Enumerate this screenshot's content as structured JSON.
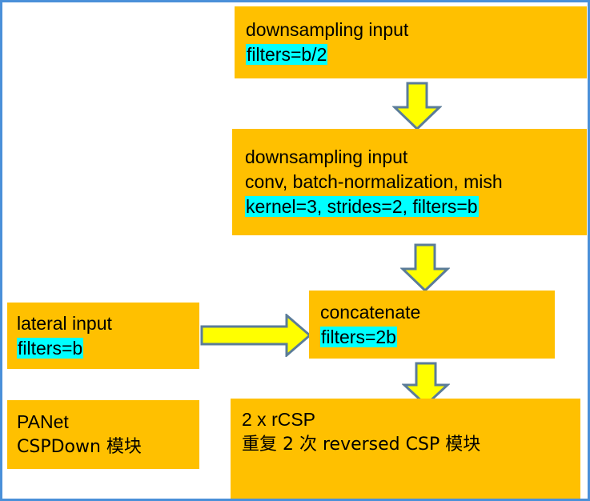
{
  "diagram": {
    "title": "PANet CSPDown module diagram",
    "colors": {
      "box_fill": "#FFC000",
      "highlight": "#00FFFF",
      "arrow_fill": "#FFFF00",
      "arrow_stroke": "#5B7C99",
      "page_border": "#4A90D9",
      "text": "#000000",
      "background": "#FFFFFF"
    },
    "boxes": {
      "downsampling_input": {
        "line1": "downsampling input",
        "line2_highlight": "filters=b/2"
      },
      "downsampling_conv": {
        "line1": "downsampling input",
        "line2": "conv, batch-normalization, mish",
        "line3_highlight": "kernel=3, strides=2, filters=b"
      },
      "lateral_input": {
        "line1": "lateral input",
        "line2_highlight": "filters=b"
      },
      "concatenate": {
        "line1": "concatenate",
        "line2_highlight": "filters=2b"
      },
      "panet_cspdown": {
        "line1": "PANet",
        "line2": "CSPDown 模块"
      },
      "rcsp": {
        "line1": "2 x rCSP",
        "line2": "重复 2 次 reversed CSP 模块"
      }
    },
    "arrows": {
      "arrow_down_1": "down-arrow-icon",
      "arrow_down_2": "down-arrow-icon",
      "arrow_down_3": "down-arrow-icon",
      "arrow_right_lateral": "right-arrow-icon"
    }
  }
}
